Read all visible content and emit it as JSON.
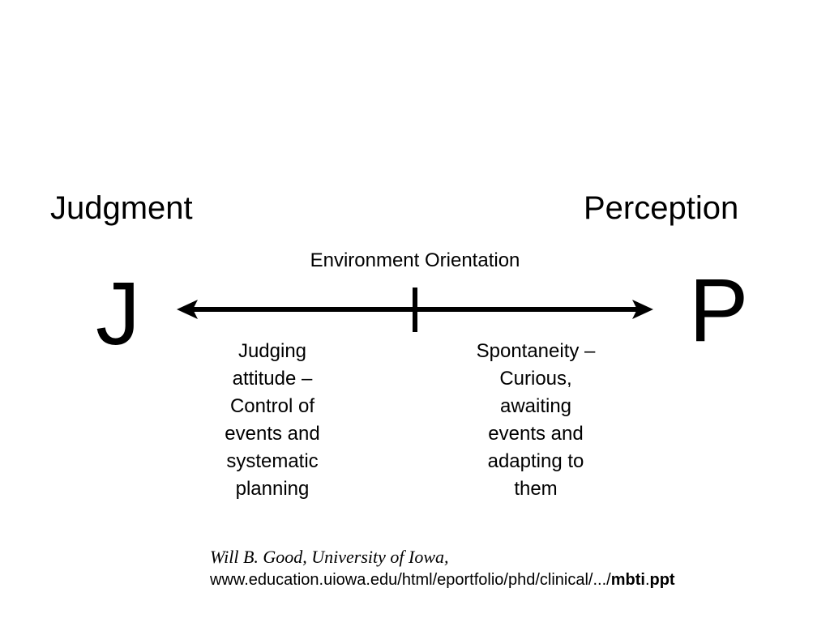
{
  "headings": {
    "left": "Judgment",
    "right": "Perception"
  },
  "axis": {
    "label": "Environment Orientation",
    "left_letter": "J",
    "right_letter": "P"
  },
  "descriptions": {
    "judging": [
      "Judging",
      "attitude –",
      "Control of",
      "events and",
      "systematic",
      "planning"
    ],
    "perceiving": [
      "Spontaneity –",
      "Curious,",
      "awaiting",
      "events and",
      "adapting to",
      "them"
    ]
  },
  "citation": {
    "author": "Will B. Good, University of Iowa,",
    "url_prefix": "www.education.uiowa.edu/html/eportfolio/phd/clinical/.../",
    "url_bold_1": "mbti",
    "url_dot": ".",
    "url_bold_2": "ppt"
  }
}
